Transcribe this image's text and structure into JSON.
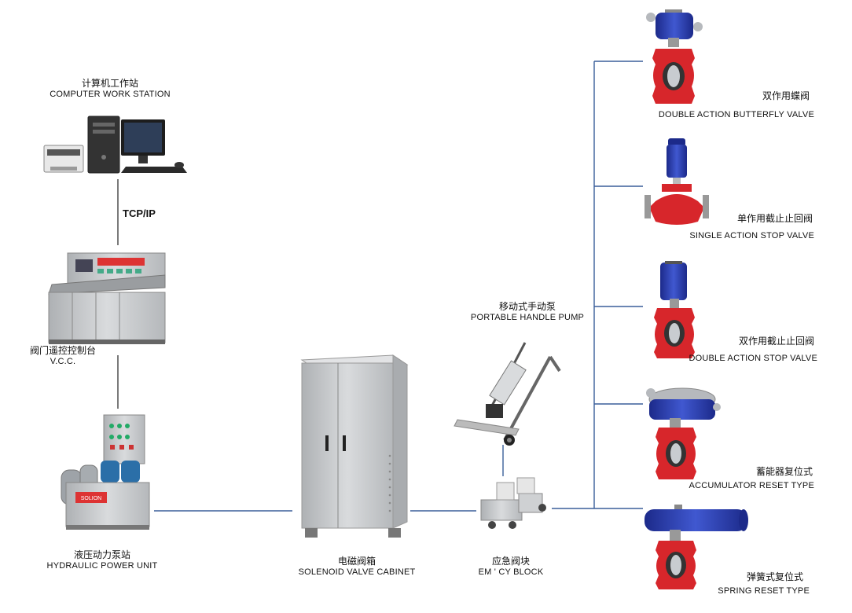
{
  "colors": {
    "line": "#3a5f9a",
    "link": "#222222",
    "valve_red": "#d7262b",
    "actuator_blue": "#2a3fb0",
    "cabinet_gray": "#c9cbcd"
  },
  "protocol_label": "TCP/IP",
  "components": {
    "workstation": {
      "cn": "计算机工作站",
      "en": "COMPUTER WORK STATION",
      "icon": "computer-workstation-icon"
    },
    "vcc": {
      "cn": "阀门遥控控制台",
      "en": "V.C.C.",
      "icon": "control-console-icon"
    },
    "hpu": {
      "cn": "液压动力泵站",
      "en": "HYDRAULIC POWER UNIT",
      "icon": "hydraulic-unit-icon",
      "plate": "SOLION"
    },
    "cabinet": {
      "cn": "电磁阀箱",
      "en": "SOLENOID VALVE CABINET",
      "icon": "valve-cabinet-icon"
    },
    "pump": {
      "cn": "移动式手动泵",
      "en": "PORTABLE HANDLE PUMP",
      "icon": "hand-pump-icon"
    },
    "block": {
      "cn": "应急阀块",
      "en": "EM ' CY BLOCK",
      "icon": "valve-block-icon"
    }
  },
  "valves": [
    {
      "cn": "双作用蝶阀",
      "en": "DOUBLE ACTION BUTTERFLY VALVE",
      "icon": "butterfly-valve-icon"
    },
    {
      "cn": "单作用截止止回阀",
      "en": "SINGLE ACTION STOP VALVE",
      "icon": "stop-valve-icon"
    },
    {
      "cn": "双作用截止止回阀",
      "en": "DOUBLE ACTION STOP VALVE",
      "icon": "butterfly-valve-icon"
    },
    {
      "cn": "蓄能器复位式",
      "en": "ACCUMULATOR RESET TYPE",
      "icon": "butterfly-valve-icon"
    },
    {
      "cn": "弹簧式复位式",
      "en": "SPRING RESET TYPE",
      "icon": "butterfly-valve-icon"
    }
  ]
}
